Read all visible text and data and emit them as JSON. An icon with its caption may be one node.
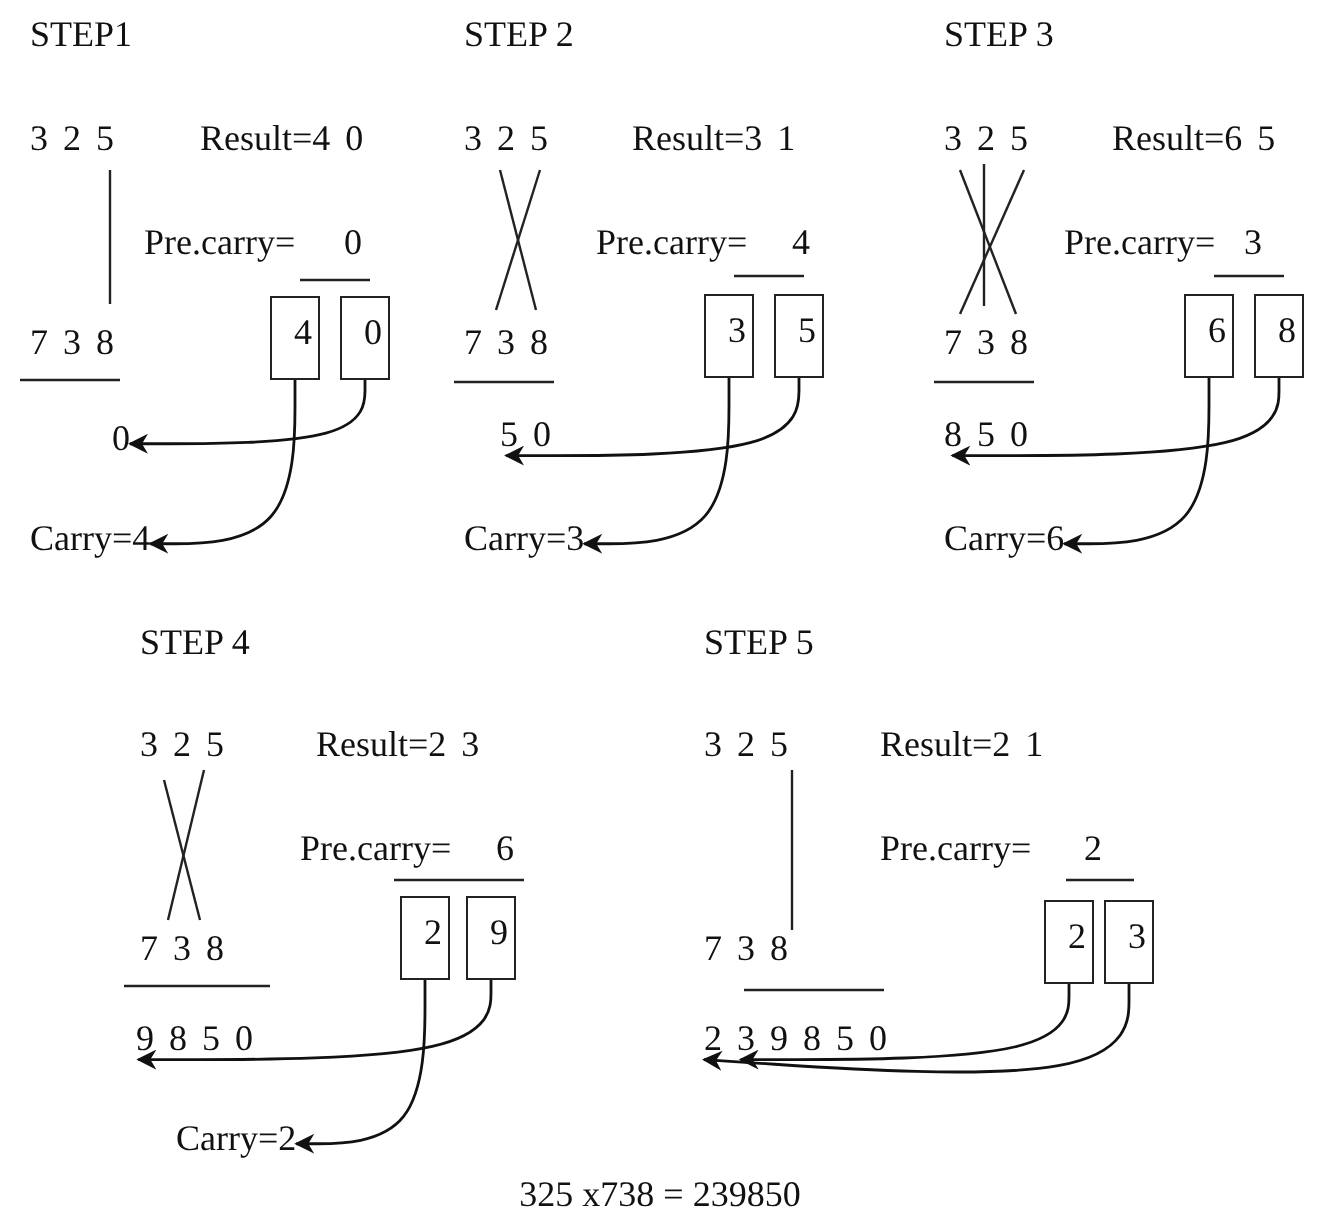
{
  "diagram": {
    "caption": "325 x738 = 239850",
    "nodes": [
      {
        "text": [
          "4"
        ]
      },
      {
        "text": [
          "0"
        ]
      },
      {
        "text": [
          "0"
        ]
      },
      {
        "text": [
          "Carry=4"
        ]
      },
      {
        "text": [
          "3"
        ]
      },
      {
        "text": [
          "5"
        ]
      },
      {
        "text": [
          "5 0"
        ]
      },
      {
        "text": [
          "Carry=3"
        ]
      },
      {
        "text": [
          "6"
        ]
      },
      {
        "text": [
          "8"
        ]
      },
      {
        "text": [
          "8 5 0"
        ]
      },
      {
        "text": [
          "Carry=6"
        ]
      },
      {
        "text": [
          "2"
        ]
      },
      {
        "text": [
          "9"
        ]
      },
      {
        "text": [
          "9 8 5 0"
        ]
      },
      {
        "text": [
          "Carry=2"
        ]
      },
      {
        "text": [
          "2"
        ]
      },
      {
        "text": [
          "3"
        ]
      },
      {
        "text": [
          "2 3 9 8 5 0"
        ]
      }
    ],
    "edges": [
      {
        "from": 1,
        "to": 2,
        "arrow": "to"
      },
      {
        "from": 0,
        "to": 3,
        "arrow": "to"
      },
      {
        "from": 5,
        "to": 6,
        "arrow": "to"
      },
      {
        "from": 4,
        "to": 7,
        "arrow": "to"
      },
      {
        "from": 9,
        "to": 10,
        "arrow": "to"
      },
      {
        "from": 8,
        "to": 11,
        "arrow": "to"
      },
      {
        "from": 13,
        "to": 14,
        "arrow": "to"
      },
      {
        "from": 12,
        "to": 15,
        "arrow": "to"
      },
      {
        "from": 16,
        "to": 18,
        "arrow": "to"
      },
      {
        "from": 17,
        "to": 18,
        "arrow": "to"
      }
    ],
    "labels": [
      "STEP1",
      "3 2 5",
      "Result=4 0",
      "Pre.carry=",
      "0",
      "7 3 8",
      "STEP 2",
      "3 2 5",
      "Result=3 1",
      "Pre.carry=",
      "4",
      "7 3 8",
      "STEP 3",
      "3 2 5",
      "Result=6 5",
      "Pre.carry=",
      "3",
      "7 3 8",
      "STEP 4",
      "3 2 5",
      "Result=2 3",
      "Pre.carry=",
      "6",
      "7 3 8",
      "STEP 5",
      "3 2 5",
      "Result=2 1",
      "Pre.carry=",
      "2",
      "7 3 8"
    ]
  }
}
